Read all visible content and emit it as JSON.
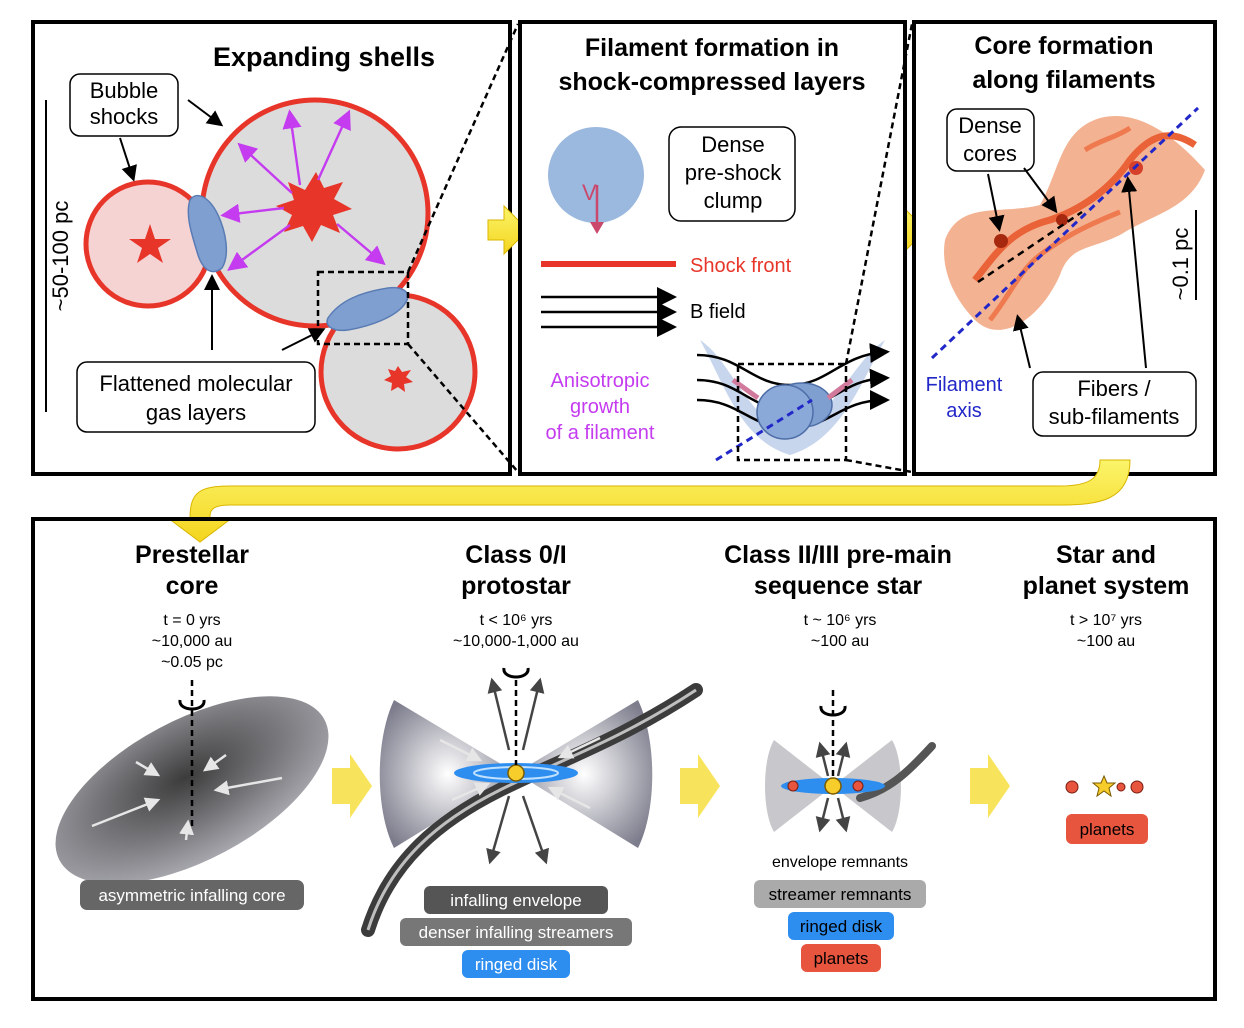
{
  "panel1": {
    "title": "Expanding shells",
    "bubble_shocks": [
      "Bubble",
      "shocks"
    ],
    "scale": "~50-100 pc",
    "flattened": [
      "Flattened molecular",
      "gas layers"
    ]
  },
  "panel2": {
    "title": [
      "Filament formation in",
      "shock-compressed layers"
    ],
    "clump": [
      "Dense",
      "pre-shock",
      "clump"
    ],
    "v": "V",
    "shock_front": "Shock front",
    "b_field": "B field",
    "aniso": [
      "Anisotropic",
      "growth",
      "of a filament"
    ]
  },
  "panel3": {
    "title": [
      "Core formation",
      "along filaments"
    ],
    "dense_cores": [
      "Dense",
      "cores"
    ],
    "scale": "~0.1 pc",
    "filament_axis": [
      "Filament",
      "axis"
    ],
    "fibers": [
      "Fibers /",
      "sub-filaments"
    ]
  },
  "stages": [
    {
      "title": [
        "Prestellar",
        "core"
      ],
      "info": [
        "t = 0 yrs",
        "~10,000 au",
        "~0.05 pc"
      ],
      "labels": [
        "asymmetric infalling core"
      ]
    },
    {
      "title": [
        "Class 0/I",
        "protostar"
      ],
      "info": [
        "t < 10⁶ yrs",
        "~10,000-1,000 au"
      ],
      "labels": [
        "infalling envelope",
        "denser infalling streamers",
        "ringed disk"
      ]
    },
    {
      "title": [
        "Class II/III pre-main",
        "sequence star"
      ],
      "info": [
        "t ~ 10⁶ yrs",
        "~100 au"
      ],
      "plain": "envelope remnants",
      "labels": [
        "streamer remnants",
        "ringed disk",
        "planets"
      ]
    },
    {
      "title": [
        "Star and",
        "planet system"
      ],
      "info": [
        "t > 10⁷ yrs",
        "~100 au"
      ],
      "labels": [
        "planets"
      ]
    }
  ],
  "colors": {
    "shell": "#e8352a",
    "shell_fill": "#dcdcdc",
    "small_bubble_fill": "#f5d3d3",
    "layer": "#7f9fd0",
    "arrow_magenta": "#c43bf0",
    "flow_arrow": "#fbe93a",
    "filament": "#f0a078",
    "ringed_disk": "#2e8ef0",
    "planets": "#e8553f"
  }
}
